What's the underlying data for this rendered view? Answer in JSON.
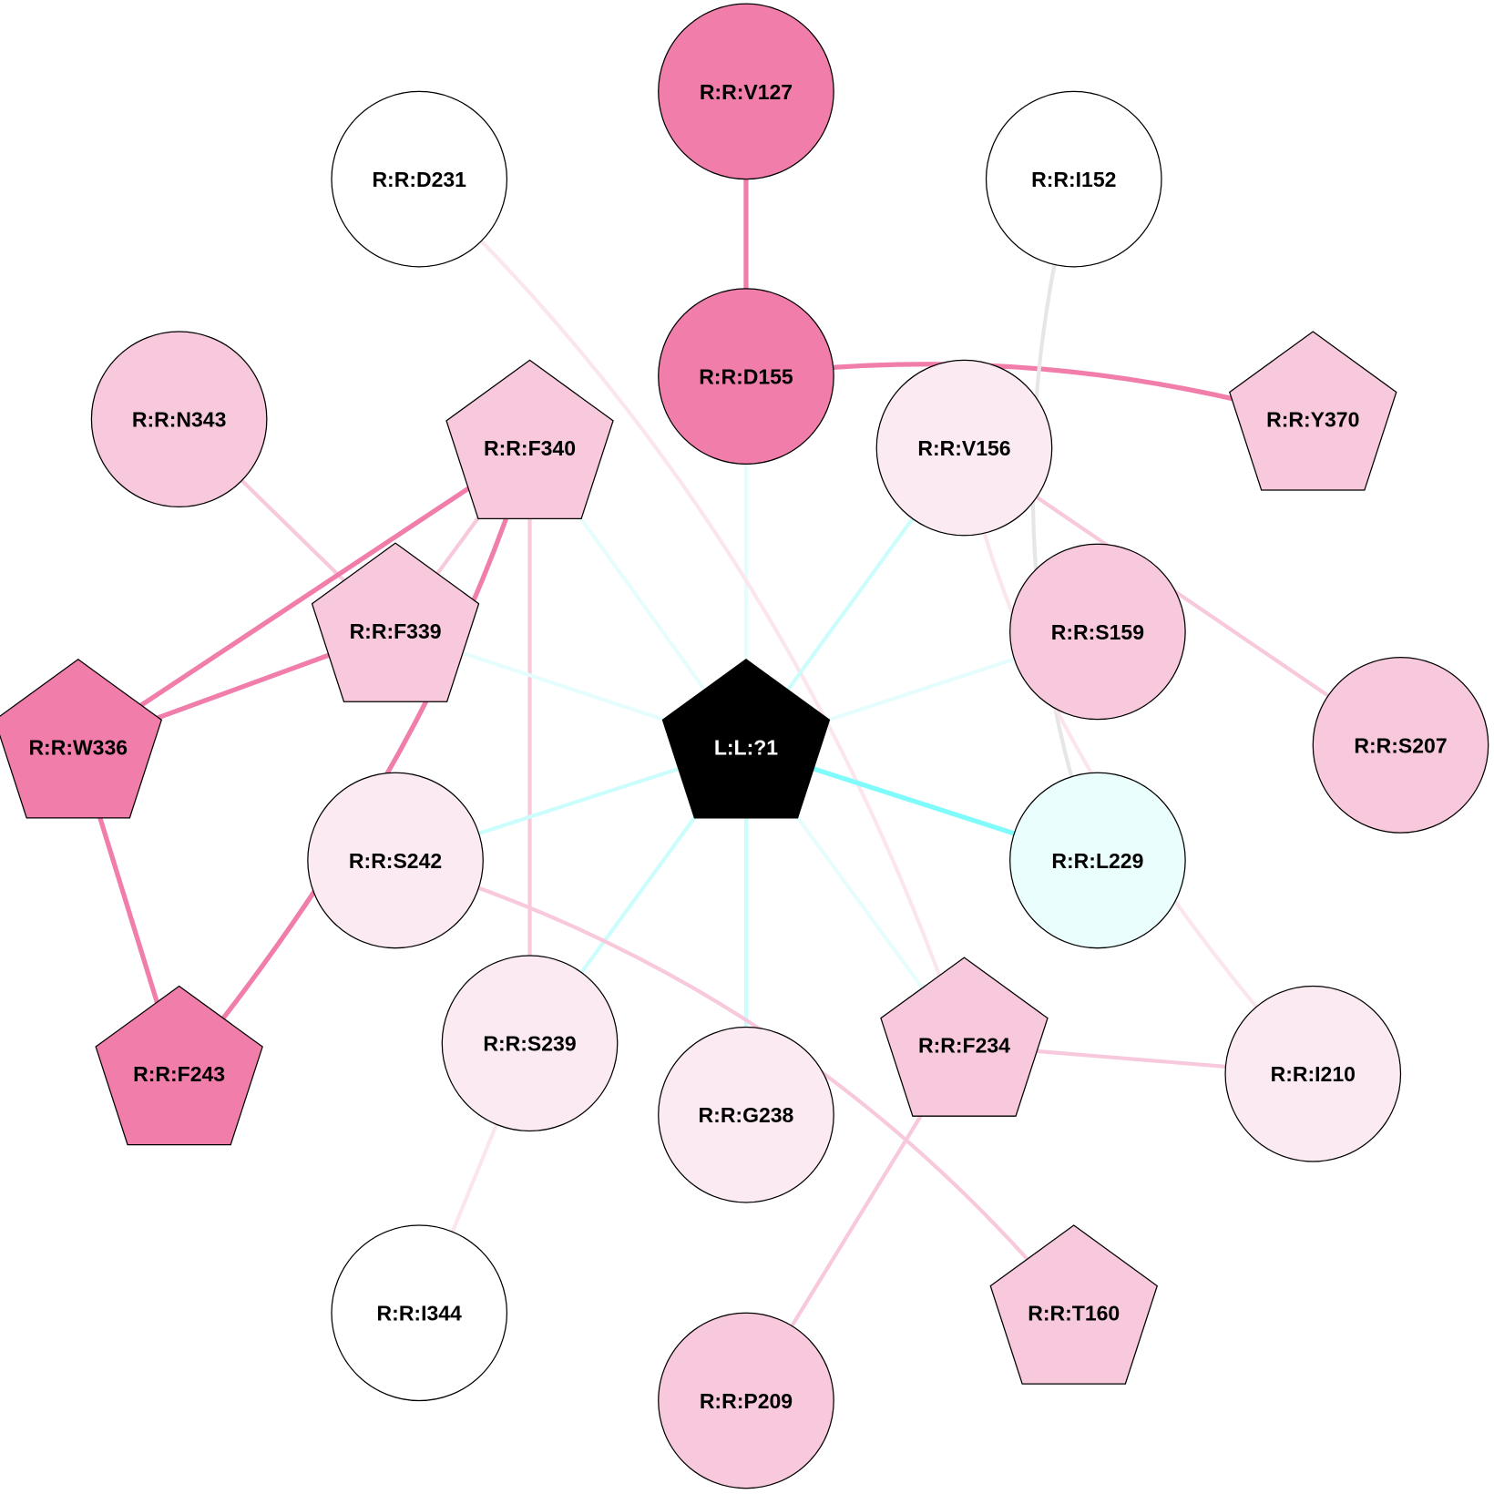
{
  "colors": {
    "dark_pink": "#f07daa",
    "light_pink": "#f8c8dc",
    "pale_pink": "#fbeaf2",
    "white": "#ffffff",
    "pale_cyan": "#eafefe",
    "black": "#000000",
    "edge_cyan_strong": "#80fbfb",
    "edge_cyan": "#ccfdfd",
    "edge_cyan_faint": "#e6fdfd",
    "edge_gray": "#e6e6e6",
    "edge_pale_pink": "#fbe6ee"
  },
  "nodes": [
    {
      "id": "V127",
      "label": "R:R:V127",
      "shape": "circle",
      "fill": "dark_pink"
    },
    {
      "id": "D231",
      "label": "R:R:D231",
      "shape": "circle",
      "fill": "white"
    },
    {
      "id": "I152",
      "label": "R:R:I152",
      "shape": "circle",
      "fill": "white"
    },
    {
      "id": "D155",
      "label": "R:R:D155",
      "shape": "circle",
      "fill": "dark_pink"
    },
    {
      "id": "N343",
      "label": "R:R:N343",
      "shape": "circle",
      "fill": "light_pink"
    },
    {
      "id": "F340",
      "label": "R:R:F340",
      "shape": "pentagon",
      "fill": "light_pink"
    },
    {
      "id": "V156",
      "label": "R:R:V156",
      "shape": "circle",
      "fill": "pale_pink"
    },
    {
      "id": "Y370",
      "label": "R:R:Y370",
      "shape": "pentagon",
      "fill": "light_pink"
    },
    {
      "id": "F339",
      "label": "R:R:F339",
      "shape": "pentagon",
      "fill": "light_pink"
    },
    {
      "id": "S159",
      "label": "R:R:S159",
      "shape": "circle",
      "fill": "light_pink"
    },
    {
      "id": "W336",
      "label": "R:R:W336",
      "shape": "pentagon",
      "fill": "dark_pink"
    },
    {
      "id": "LIG",
      "label": "L:L:?1",
      "shape": "pentagon",
      "fill": "black"
    },
    {
      "id": "S207",
      "label": "R:R:S207",
      "shape": "circle",
      "fill": "light_pink"
    },
    {
      "id": "S242",
      "label": "R:R:S242",
      "shape": "circle",
      "fill": "pale_pink"
    },
    {
      "id": "L229",
      "label": "R:R:L229",
      "shape": "circle",
      "fill": "pale_cyan"
    },
    {
      "id": "F243",
      "label": "R:R:F243",
      "shape": "pentagon",
      "fill": "dark_pink"
    },
    {
      "id": "S239",
      "label": "R:R:S239",
      "shape": "circle",
      "fill": "pale_pink"
    },
    {
      "id": "G238",
      "label": "R:R:G238",
      "shape": "circle",
      "fill": "pale_pink"
    },
    {
      "id": "F234",
      "label": "R:R:F234",
      "shape": "pentagon",
      "fill": "light_pink"
    },
    {
      "id": "I210",
      "label": "R:R:I210",
      "shape": "circle",
      "fill": "pale_pink"
    },
    {
      "id": "I344",
      "label": "R:R:I344",
      "shape": "circle",
      "fill": "white"
    },
    {
      "id": "T160",
      "label": "R:R:T160",
      "shape": "pentagon",
      "fill": "light_pink"
    },
    {
      "id": "P209",
      "label": "R:R:P209",
      "shape": "circle",
      "fill": "light_pink"
    }
  ],
  "edges": [
    {
      "from": "V127",
      "to": "D155",
      "color": "dark_pink",
      "weight": "strong"
    },
    {
      "from": "D155",
      "to": "Y370",
      "color": "dark_pink",
      "weight": "strong"
    },
    {
      "from": "D155",
      "to": "LIG",
      "color": "edge_cyan_faint",
      "weight": "normal"
    },
    {
      "from": "D231",
      "to": "F234",
      "color": "edge_pale_pink",
      "weight": "normal"
    },
    {
      "from": "I152",
      "to": "L229",
      "color": "edge_gray",
      "weight": "normal"
    },
    {
      "from": "N343",
      "to": "F339",
      "color": "light_pink",
      "weight": "normal"
    },
    {
      "from": "F340",
      "to": "W336",
      "color": "dark_pink",
      "weight": "strong"
    },
    {
      "from": "F340",
      "to": "F243",
      "color": "dark_pink",
      "weight": "strong"
    },
    {
      "from": "F340",
      "to": "S239",
      "color": "light_pink",
      "weight": "normal"
    },
    {
      "from": "F340",
      "to": "F339",
      "color": "light_pink",
      "weight": "normal"
    },
    {
      "from": "F340",
      "to": "LIG",
      "color": "edge_cyan_faint",
      "weight": "normal"
    },
    {
      "from": "F339",
      "to": "W336",
      "color": "dark_pink",
      "weight": "strong"
    },
    {
      "from": "F339",
      "to": "LIG",
      "color": "edge_cyan_faint",
      "weight": "normal"
    },
    {
      "from": "W336",
      "to": "F243",
      "color": "dark_pink",
      "weight": "strong"
    },
    {
      "from": "V156",
      "to": "LIG",
      "color": "edge_cyan",
      "weight": "normal"
    },
    {
      "from": "V156",
      "to": "S207",
      "color": "light_pink",
      "weight": "normal"
    },
    {
      "from": "V156",
      "to": "I210",
      "color": "edge_pale_pink",
      "weight": "normal"
    },
    {
      "from": "S159",
      "to": "LIG",
      "color": "edge_cyan_faint",
      "weight": "normal"
    },
    {
      "from": "LIG",
      "to": "L229",
      "color": "edge_cyan_strong",
      "weight": "strong"
    },
    {
      "from": "LIG",
      "to": "S242",
      "color": "edge_cyan",
      "weight": "normal"
    },
    {
      "from": "LIG",
      "to": "S239",
      "color": "edge_cyan",
      "weight": "normal"
    },
    {
      "from": "LIG",
      "to": "G238",
      "color": "edge_cyan",
      "weight": "normal"
    },
    {
      "from": "LIG",
      "to": "F234",
      "color": "edge_cyan_faint",
      "weight": "normal"
    },
    {
      "from": "S242",
      "to": "T160",
      "color": "light_pink",
      "weight": "normal"
    },
    {
      "from": "F234",
      "to": "I210",
      "color": "light_pink",
      "weight": "normal"
    },
    {
      "from": "F234",
      "to": "P209",
      "color": "light_pink",
      "weight": "normal"
    },
    {
      "from": "S239",
      "to": "I344",
      "color": "edge_pale_pink",
      "weight": "normal"
    }
  ]
}
